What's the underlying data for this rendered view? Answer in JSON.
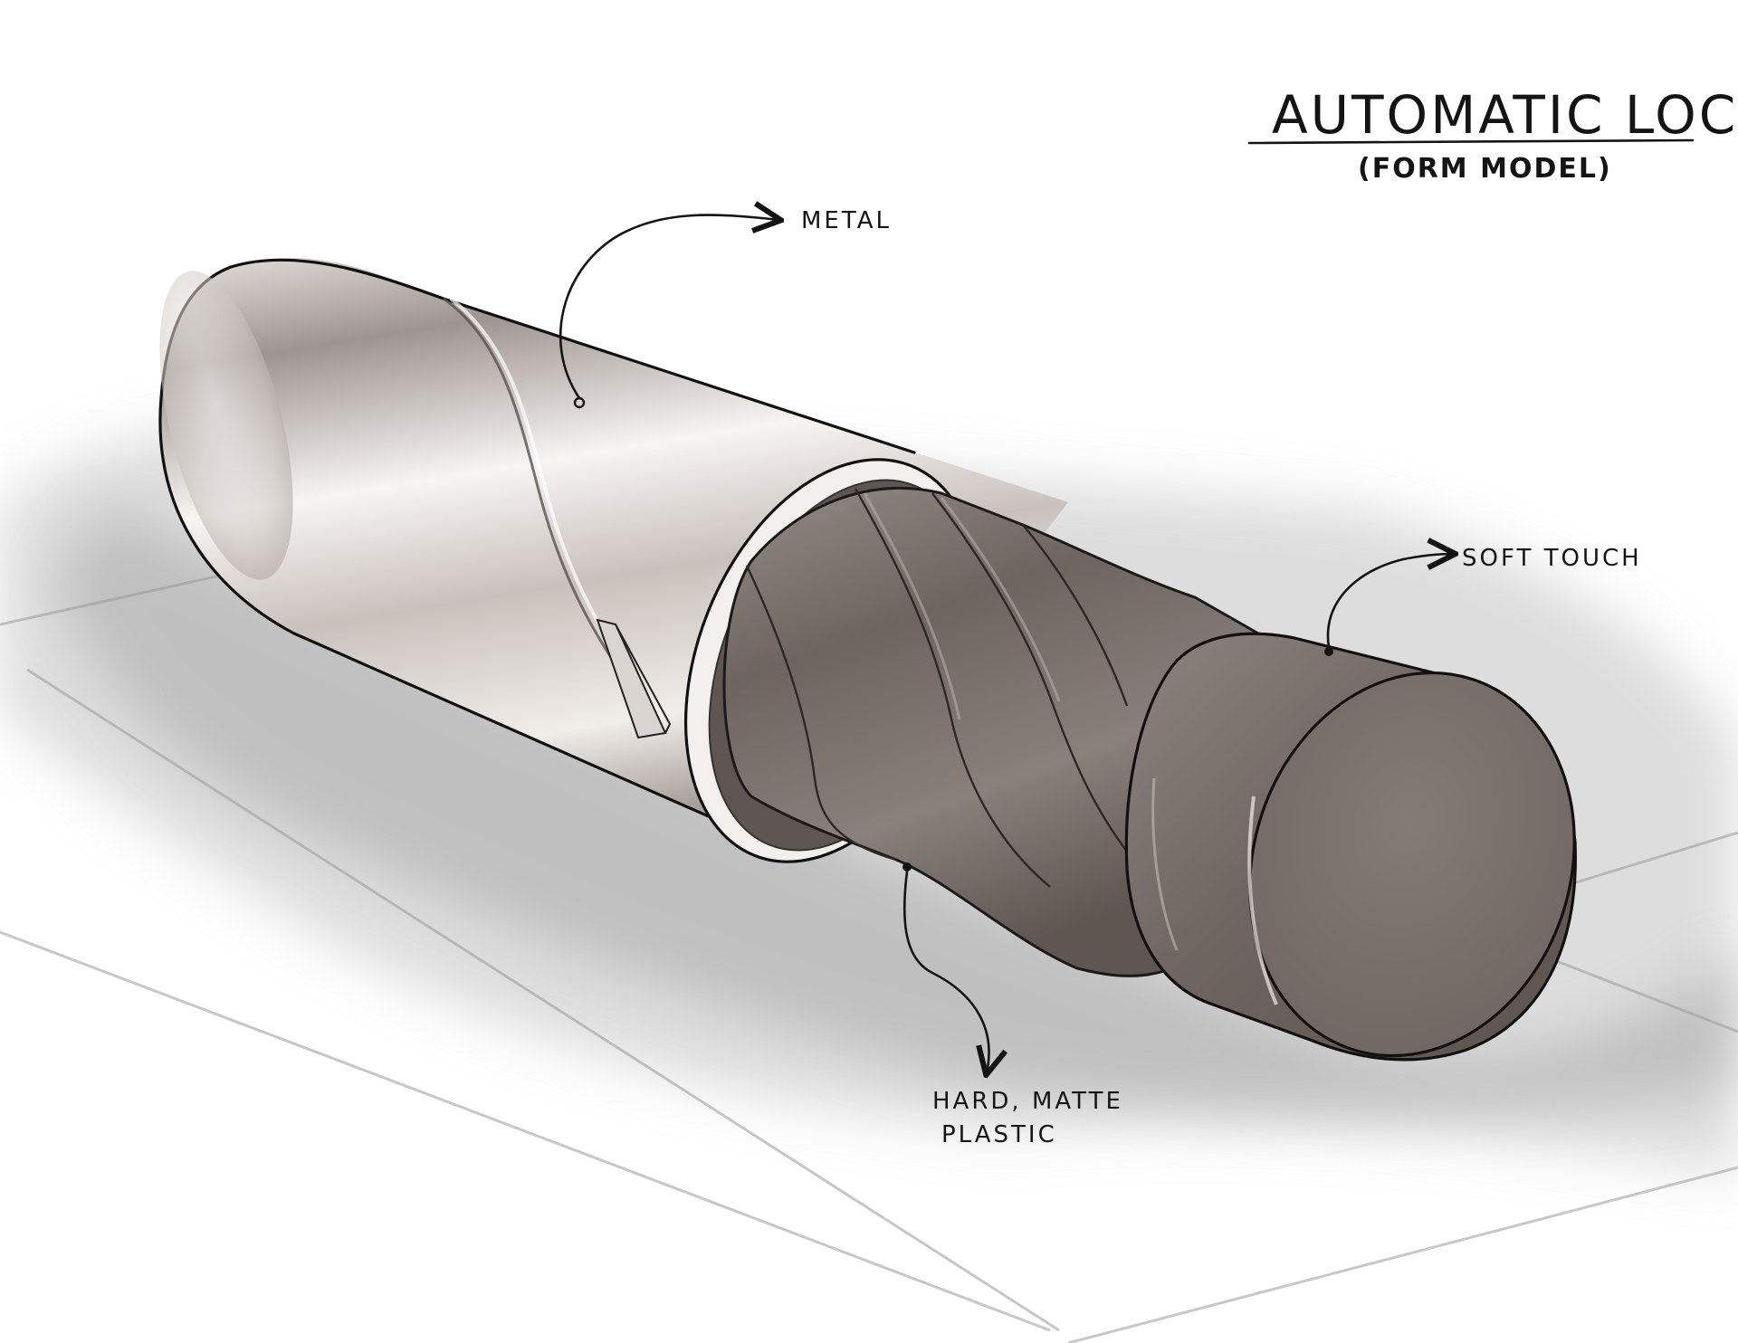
{
  "title": "AUTOMATIC LOCK",
  "subtitle": "(FORM MODEL)",
  "callouts": {
    "metal": "METAL",
    "soft_touch": "SOFT TOUCH",
    "hard_plastic_line1": "HARD, MATTE",
    "hard_plastic_line2": "PLASTIC"
  },
  "colors": {
    "ink": "#141414",
    "metal_light": "#f4f1ef",
    "metal_mid": "#b3aba6",
    "plastic": "#7a706b",
    "shadow": "#c9c9c9"
  }
}
